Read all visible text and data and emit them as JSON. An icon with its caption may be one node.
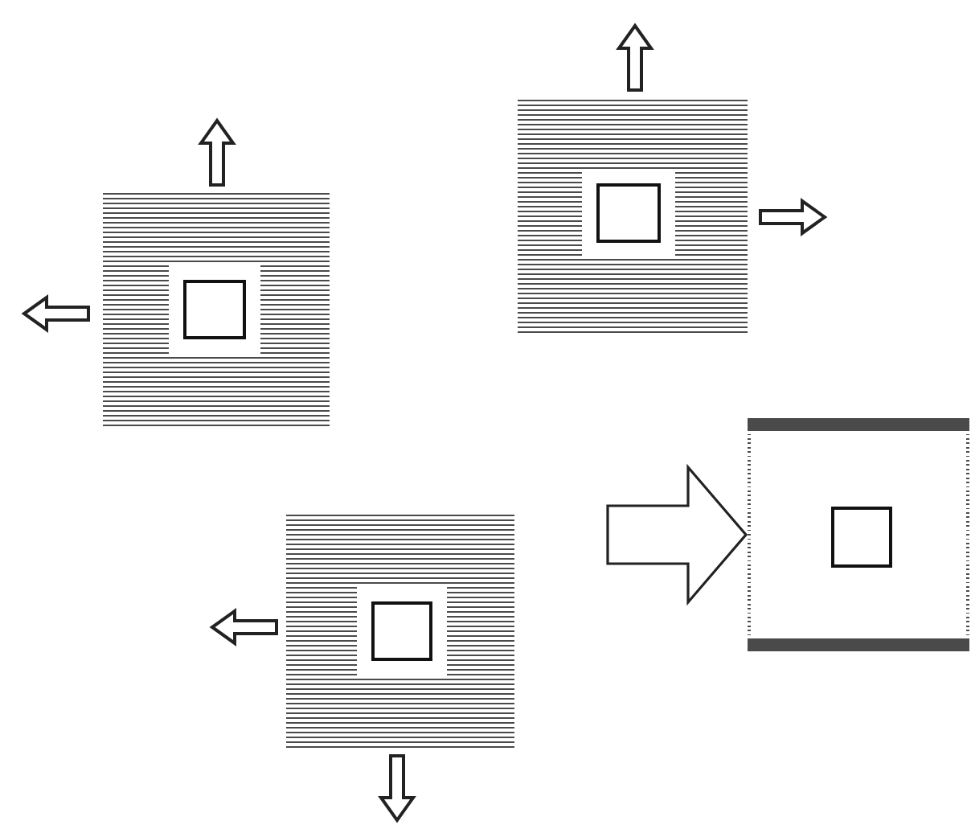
{
  "diagram": {
    "nodes": [
      {
        "text": [],
        "shape": "box"
      },
      {
        "text": [],
        "shape": "box",
        "in": 0
      },
      {
        "text": [],
        "shape": "box"
      },
      {
        "text": [],
        "shape": "box",
        "in": 2
      },
      {
        "text": [],
        "shape": "box"
      },
      {
        "text": [],
        "shape": "box",
        "in": 4
      },
      {
        "text": [],
        "shape": "box"
      },
      {
        "text": [],
        "shape": "box",
        "in": 6
      }
    ],
    "edges": [
      {
        "from": null,
        "to": 6,
        "arrow": "to"
      }
    ]
  }
}
